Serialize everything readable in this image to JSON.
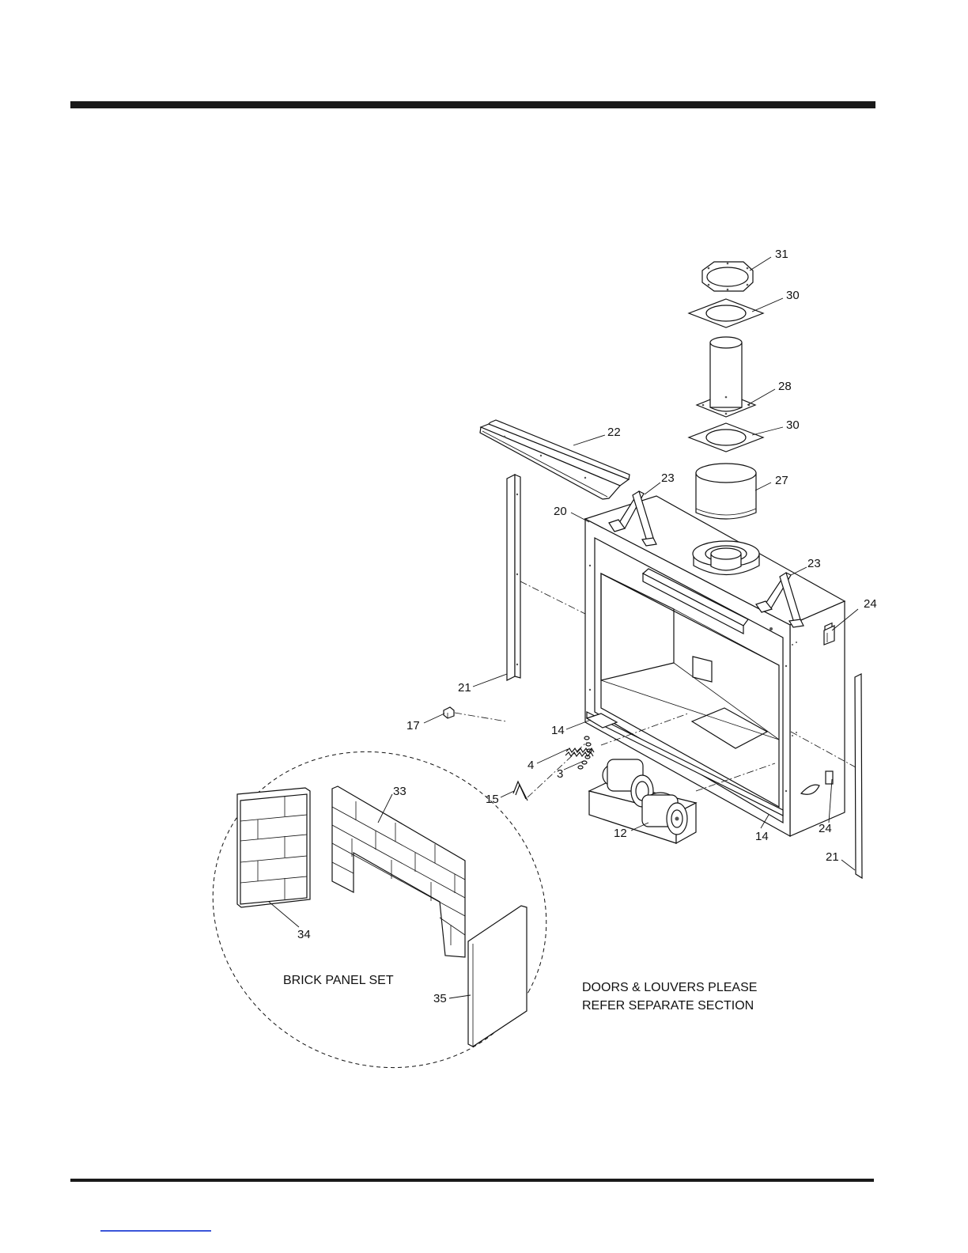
{
  "callouts": {
    "c31": "31",
    "c30a": "30",
    "c28": "28",
    "c30b": "30",
    "c27": "27",
    "c22": "22",
    "c23a": "23",
    "c20": "20",
    "c23b": "23",
    "c24a": "24",
    "c21a": "21",
    "c17": "17",
    "c14a": "14",
    "c4": "4",
    "c3": "3",
    "c15": "15",
    "c12": "12",
    "c14b": "14",
    "c24b": "24",
    "c21b": "21",
    "c33": "33",
    "c34": "34",
    "c35": "35"
  },
  "labels": {
    "brick_panel_set": "BRICK PANEL SET",
    "doors_note_line1": "DOORS & LOUVERS PLEASE",
    "doors_note_line2": "REFER SEPARATE SECTION"
  },
  "colors": {
    "ink": "#111111",
    "rule": "#1a1a1a",
    "link": "#3b55d9"
  }
}
